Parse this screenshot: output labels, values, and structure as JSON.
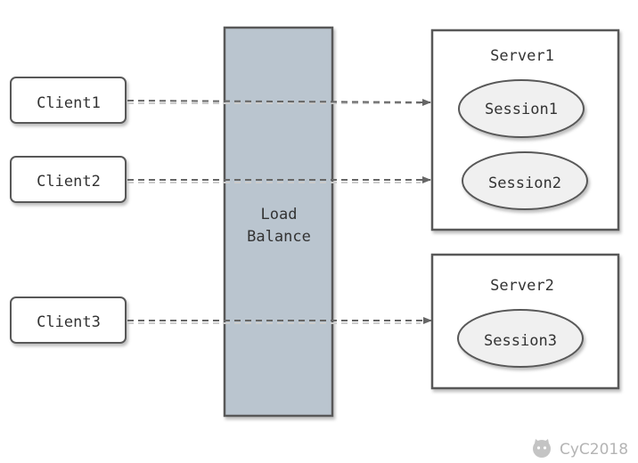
{
  "clients": [
    {
      "label": "Client1"
    },
    {
      "label": "Client2"
    },
    {
      "label": "Client3"
    }
  ],
  "load_balancer": {
    "line1": "Load",
    "line2": "Balance",
    "fill_color": "#bac5cf"
  },
  "servers": [
    {
      "label": "Server1",
      "sessions": [
        "Session1",
        "Session2"
      ]
    },
    {
      "label": "Server2",
      "sessions": [
        "Session3"
      ]
    }
  ],
  "watermark": {
    "text": "CyC2018",
    "icon": "github-octocat-icon"
  },
  "colors": {
    "stroke": "#595959",
    "session_fill": "#f0f0f0",
    "arrow": "#666666"
  }
}
